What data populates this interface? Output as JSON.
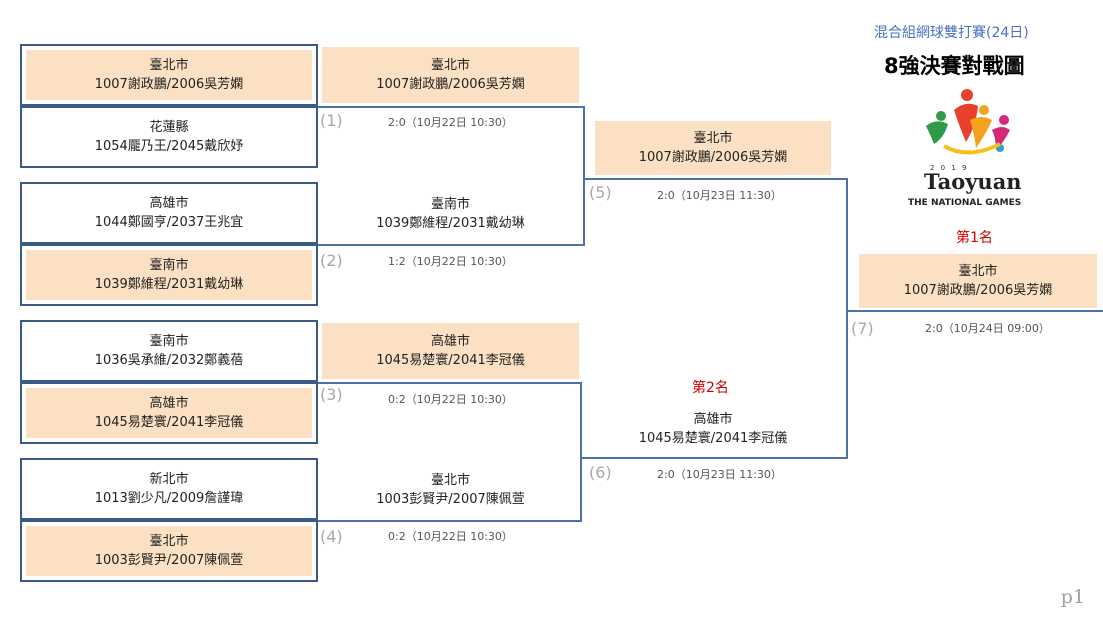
{
  "header": {
    "subtitle": "混合組網球雙打賽(24日)",
    "title": "8強決賽對戰圖",
    "logo_year": "2 0 1 9",
    "logo_name": "Taoyuan",
    "logo_sub": "THE NATIONAL GAMES"
  },
  "colors": {
    "winner_fill": "#fbe0c3",
    "bracket_line": "#4a72a8",
    "rank_text": "#d00000"
  },
  "entries": [
    {
      "city": "臺北市",
      "players": "1007謝政鵬/2006吳芳嫻",
      "winner": true
    },
    {
      "city": "花蓮縣",
      "players": "1054龎乃王/2045戴欣妤",
      "winner": false
    },
    {
      "city": "高雄市",
      "players": "1044鄭國亨/2037王兆宜",
      "winner": false
    },
    {
      "city": "臺南市",
      "players": "1039鄭維程/2031戴幼琳",
      "winner": true
    },
    {
      "city": "臺南市",
      "players": "1036吳承維/2032鄭義蓓",
      "winner": false
    },
    {
      "city": "高雄市",
      "players": "1045易楚寰/2041李冠儀",
      "winner": true
    },
    {
      "city": "新北市",
      "players": "1013劉少凡/2009詹謹瑋",
      "winner": false
    },
    {
      "city": "臺北市",
      "players": "1003彭賢尹/2007陳佩萱",
      "winner": true
    }
  ],
  "round2": [
    {
      "city": "臺北市",
      "players": "1007謝政鵬/2006吳芳嫻",
      "shaded": true
    },
    {
      "city": "臺南市",
      "players": "1039鄭維程/2031戴幼琳",
      "shaded": false
    },
    {
      "city": "高雄市",
      "players": "1045易楚寰/2041李冠儀",
      "shaded": true
    },
    {
      "city": "臺北市",
      "players": "1003彭賢尹/2007陳佩萱",
      "shaded": false
    }
  ],
  "semis": [
    {
      "city": "臺北市",
      "players": "1007謝政鵬/2006吳芳嫻",
      "shaded": true
    },
    {
      "city": "高雄市",
      "players": "1045易楚寰/2041李冠儀",
      "shaded": false
    }
  ],
  "final": {
    "city": "臺北市",
    "players": "1007謝政鵬/2006吳芳嫻"
  },
  "ranks": {
    "first": "第1名",
    "second": "第2名"
  },
  "matches": [
    {
      "num": "(1)",
      "score": "2:0（10月22日 10:30）"
    },
    {
      "num": "(2)",
      "score": "1:2（10月22日 10:30）"
    },
    {
      "num": "(3)",
      "score": "0:2（10月22日 10:30）"
    },
    {
      "num": "(4)",
      "score": "0:2（10月22日 10:30）"
    },
    {
      "num": "(5)",
      "score": "2:0（10月23日 11:30）"
    },
    {
      "num": "(6)",
      "score": "2:0（10月23日 11:30）"
    },
    {
      "num": "(7)",
      "score": "2:0（10月24日 09:00）"
    }
  ],
  "page_label": "p1"
}
